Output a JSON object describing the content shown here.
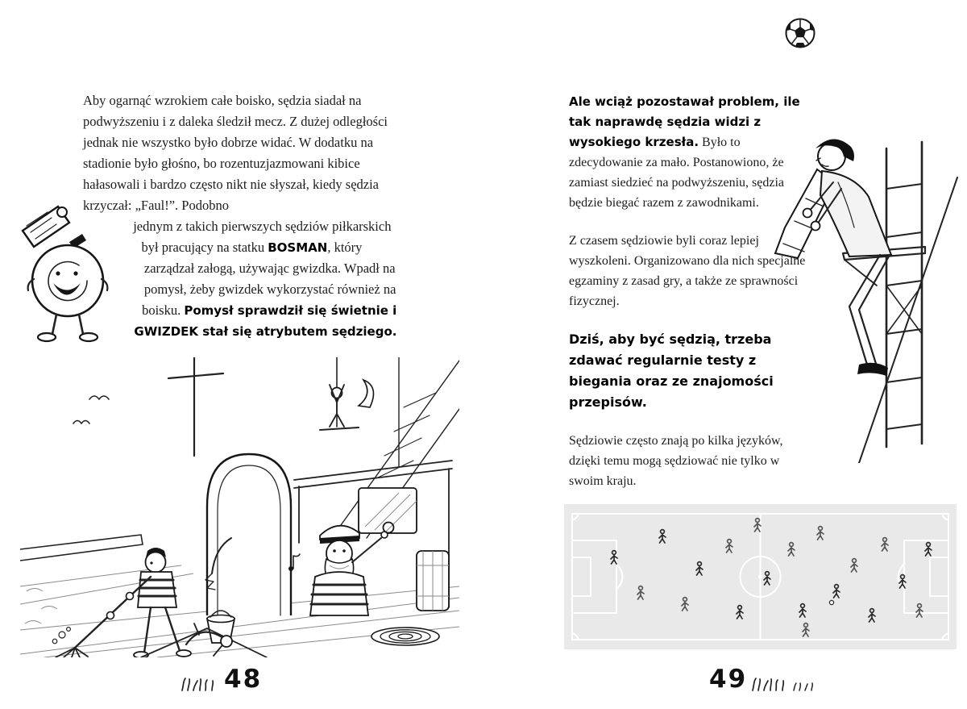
{
  "header": {
    "ball_logo_icon": "soccer-ball-icon"
  },
  "left_page": {
    "page_number": "48",
    "intro": "Aby ogarnąć wzrokiem całe boisko, sędzia siadał na podwyższeniu i z daleka śledził mecz. Z dużej odległości jednak nie wszystko było dobrze widać. W dodatku na stadionie było głośno, bo rozentuzjazmowani kibice hałasowali i bardzo często nikt nie słyszał, kiedy sędzia krzyczał: „Faul!”. Podobno",
    "wrap_pre": "jednym z takich pierwszych sędziów piłkarskich był pracujący na statku ",
    "bosman_bold": "BOSMAN",
    "wrap_post": ", który zarządzał załogą, używając gwizdka. Wpadł na pomysł, żeby gwizdek wykorzystać również na boisku. ",
    "highlight": "Pomysł sprawdził się świetnie i GWIZDEK stał się atrybutem sędziego.",
    "illustrations": {
      "whistle_character": "whistle-mascot-with-face-and-legs",
      "ship_scene": "sailors-on-ship-deck-with-bosman-and-whistle"
    }
  },
  "right_page": {
    "page_number": "49",
    "para1_highlight": "Ale wciąż pozostawał problem, ile tak naprawdę sędzia widzi z wysokiego krzesła.",
    "para1_rest": " Było to zdecydowanie za mało. Postanowiono, że zamiast siedzieć na podwyższeniu, sędzia będzie biegać razem z zawodnikami.",
    "para2": "Z czasem sędziowie byli coraz lepiej wyszkoleni. Organizowano dla nich specjalne egzaminy z zasad gry, a także ze sprawności fizycznej.",
    "para3_highlight": "Dziś, aby być sędzią, trzeba zdawać regularnie testy z biegania oraz ze znajomości przepisów.",
    "para4": "Sędziowie często znają po kilka języków, dzięki temu mogą sędziować nie tylko w swoim kraju.",
    "illustrations": {
      "referee_high_chair": "referee-with-telescope-on-tall-chair",
      "pitch_aerial": "football-pitch-aerial-view-with-players"
    }
  }
}
